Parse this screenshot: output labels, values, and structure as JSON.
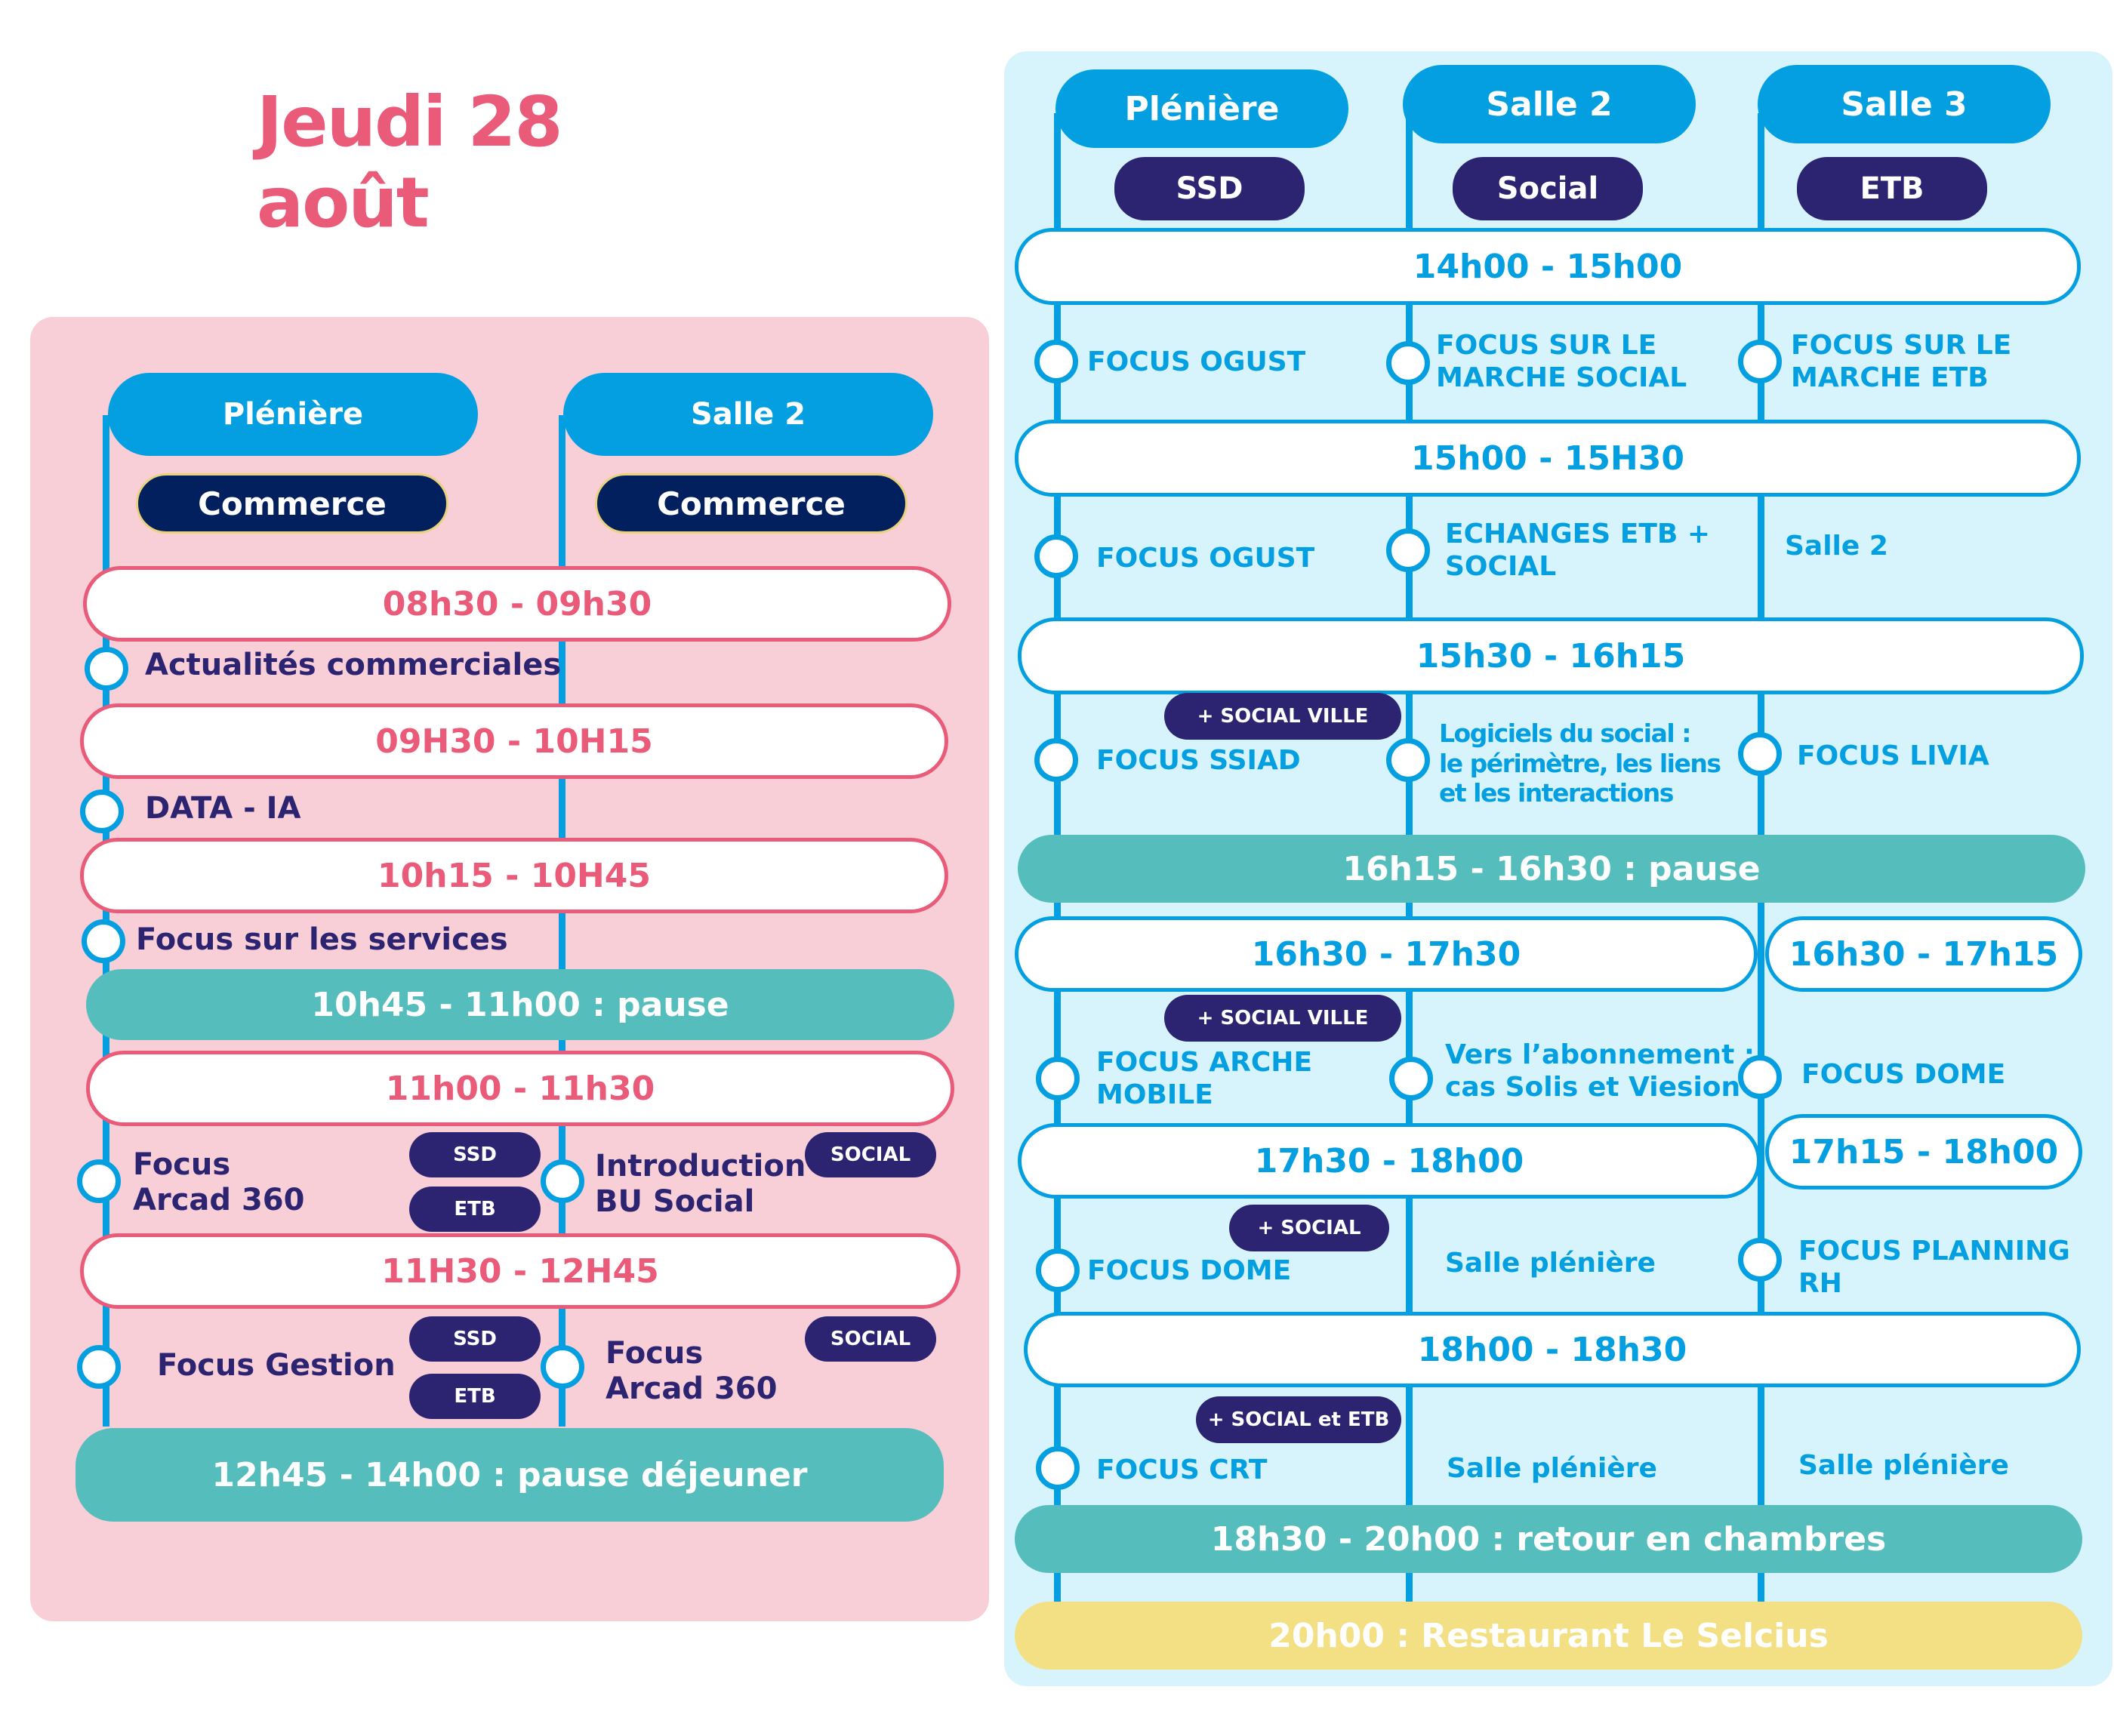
{
  "title": "Jeudi 28 août",
  "colors": {
    "pink": "#e95b78",
    "blue": "#039fe1",
    "navy": "#2c2371",
    "teal": "#56bdbd",
    "yellow": "#f3e084",
    "pink_bg": "#f8ced7",
    "blue_bg": "#d7f4fd"
  },
  "morning": {
    "rooms": [
      {
        "name": "Plénière",
        "tag": "Commerce"
      },
      {
        "name": "Salle 2",
        "tag": "Commerce"
      }
    ],
    "slots": [
      {
        "time": "08h30 - 09h30",
        "sessions": [
          "Actualités commerciales"
        ]
      },
      {
        "time": "09H30 - 10H15",
        "sessions": [
          "DATA - IA"
        ]
      },
      {
        "time": "10h15 - 10H45",
        "sessions": [
          "Focus sur les services"
        ]
      },
      {
        "time": "10h45 - 11h00 : pause"
      },
      {
        "time": "11h00 - 11h30",
        "sessions": [
          "Focus Arcad 360",
          "Introduction BU Social"
        ],
        "tags": [
          "SSD",
          "ETB",
          "SOCIAL"
        ]
      },
      {
        "time": "11H30 - 12H45",
        "sessions": [
          "Focus Gestion",
          "Focus Arcad 360"
        ],
        "tags": [
          "SSD",
          "ETB",
          "SOCIAL"
        ]
      },
      {
        "time": "12h45 - 14h00 : pause déjeuner"
      }
    ],
    "session_lines": {
      "arcad1": [
        "Focus",
        "Arcad 360"
      ],
      "intro": [
        "Introduction",
        "BU Social"
      ],
      "arcad2": [
        "Focus",
        "Arcad 360"
      ]
    }
  },
  "afternoon": {
    "rooms": [
      {
        "name": "Plénière",
        "tag": "SSD"
      },
      {
        "name": "Salle 2",
        "tag": "Social"
      },
      {
        "name": "Salle 3",
        "tag": "ETB"
      }
    ],
    "slots": [
      {
        "time": "14h00 - 15h00",
        "sessions": [
          [
            "FOCUS OGUST"
          ],
          [
            "FOCUS SUR LE",
            "MARCHE SOCIAL"
          ],
          [
            "FOCUS SUR LE",
            "MARCHE ETB"
          ]
        ]
      },
      {
        "time": "15h00 - 15H30",
        "sessions": [
          [
            "FOCUS OGUST"
          ],
          [
            "ECHANGES ETB +",
            "SOCIAL"
          ],
          [
            "Salle 2"
          ]
        ]
      },
      {
        "time": "15h30 - 16h15",
        "badge": "+ SOCIAL VILLE",
        "sessions": [
          [
            "FOCUS SSIAD"
          ],
          [
            "Logiciels du social :",
            "le périmètre, les liens",
            "et les interactions"
          ],
          [
            "FOCUS LIVIA"
          ]
        ]
      },
      {
        "time": "16h15 - 16h30 : pause"
      },
      {
        "time": "16h30 - 17h30",
        "time_salle3": "16h30 - 17h15",
        "badge": "+ SOCIAL VILLE",
        "sessions": [
          [
            "FOCUS ARCHE",
            "MOBILE"
          ],
          [
            "Vers l’abonnement :",
            "cas Solis et Viesion"
          ],
          [
            "FOCUS DOME"
          ]
        ]
      },
      {
        "time": "17h30 - 18h00",
        "time_salle3": "17h15 - 18h00",
        "badge": "+ SOCIAL",
        "sessions": [
          [
            "FOCUS DOME"
          ],
          [
            "Salle plénière"
          ],
          [
            "FOCUS PLANNING",
            "RH"
          ]
        ]
      },
      {
        "time": "18h00 - 18h30",
        "badge": "+ SOCIAL et ETB",
        "sessions": [
          [
            "FOCUS CRT"
          ],
          [
            "Salle plénière"
          ],
          [
            "Salle plénière"
          ]
        ]
      },
      {
        "time": "18h30 - 20h00 : retour en chambres"
      },
      {
        "time": "20h00 : Restaurant Le Selcius"
      }
    ]
  }
}
